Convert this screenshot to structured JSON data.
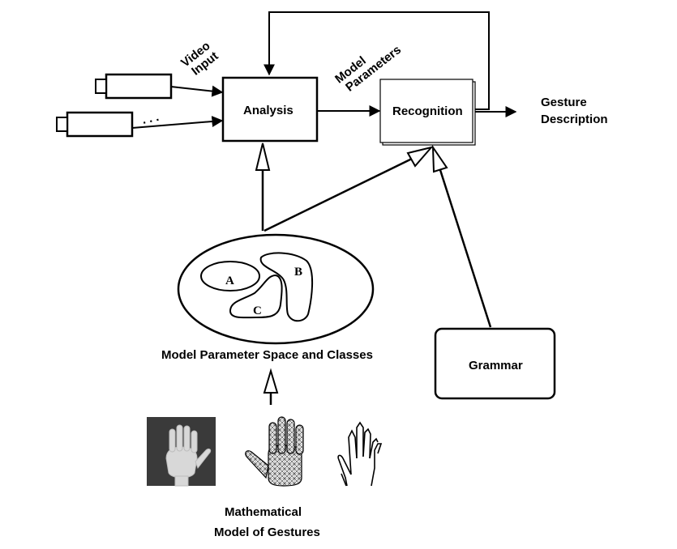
{
  "labels": {
    "video_input": [
      "Video",
      "Input"
    ],
    "model_parameters": [
      "Model",
      "Parameters"
    ],
    "gesture_description": [
      "Gesture",
      "Description"
    ],
    "model_space": "Model Parameter Space and Classes",
    "math_model": [
      "Mathematical",
      "Model of Gestures"
    ]
  },
  "nodes": {
    "analysis": "Analysis",
    "recognition": "Recognition",
    "grammar": "Grammar"
  },
  "classes": [
    "A",
    "B",
    "C"
  ],
  "camera_ellipsis": ". . .",
  "images": [
    {
      "name": "photo-hand-image",
      "desc": "grayscale photo of open hand"
    },
    {
      "name": "mesh-hand-image",
      "desc": "wireframe 3D hand model"
    },
    {
      "name": "line-hand-image",
      "desc": "hand outline drawing"
    }
  ]
}
